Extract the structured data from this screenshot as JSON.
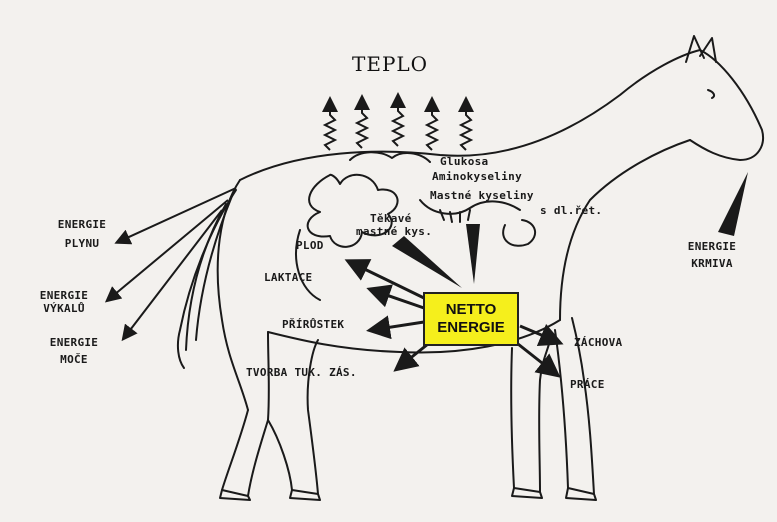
{
  "title": "TEPLO",
  "center": {
    "line1": "NETTO",
    "line2": "ENERGIE"
  },
  "nutrients": {
    "glukosa": "Glukosa",
    "aminokyseliny": "Aminokyseliny",
    "mastne_kyseliny": "Mastné kyseliny",
    "dl_ret": "s dl.řet.",
    "tekave_1": "Těkavé",
    "tekave_2": "mastné kys."
  },
  "losses": {
    "plynu_1": "ENERGIE",
    "plynu_2": "PLYNU",
    "vykalu_1": "ENERGIE",
    "vykalu_2": "VÝKALŮ",
    "moce_1": "ENERGIE",
    "moce_2": "MOČE"
  },
  "input": {
    "line1": "ENERGIE",
    "line2": "KRMIVA"
  },
  "uses": {
    "plod": "PLOD",
    "laktace": "LAKTACE",
    "prirustek": "PŘÍRŮSTEK",
    "tvorba": "TVORBA TUK. ZÁS.",
    "zachova": "ZÁCHOVA",
    "prace": "PRÁCE"
  },
  "colors": {
    "box": "#f5ef1c",
    "ink": "#1a1a1a",
    "paper": "#f3f1ee"
  }
}
